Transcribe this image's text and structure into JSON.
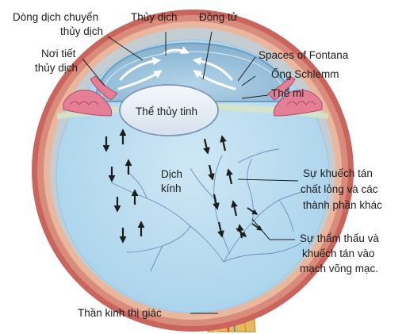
{
  "diagram": {
    "labels": {
      "aqueous_flow_line1": "Dòng dịch chuyển",
      "aqueous_flow_line2": "thủy dịch",
      "aqueous_humor": "Thủy dịch",
      "pupil": "Đồng tử",
      "secretion_site_line1": "Nơi tiết",
      "secretion_site_line2": "thủy dịch",
      "spaces_of_fontana": "Spaces of Fontana",
      "schlemm_canal": "Ống Schlemm",
      "ciliary_body": "Thể mi",
      "lens": "Thể thủy tinh",
      "vitreous_line1": "Dịch",
      "vitreous_line2": "kính",
      "diffusion_line1": "Sự khuếch tán",
      "diffusion_line2": "chất lỏng và các",
      "diffusion_line3": "thành phần khác",
      "osmosis_line1": "Sự thẩm thấu và",
      "osmosis_line2": "khuếch tán vào",
      "osmosis_line3": "mạch võng mạc.",
      "optic_nerve": "Thần kinh thị giác"
    },
    "colors": {
      "sclera_outer": "#c9655c",
      "sclera_band": "#e9b79d",
      "vitreous": "#b6dbee",
      "anterior_chamber": "#94bed8",
      "ciliary": "#e47f96",
      "lens": "#e8eef6",
      "optic_nerve": "#e8b95a",
      "vessel": "#5e88b5"
    }
  }
}
